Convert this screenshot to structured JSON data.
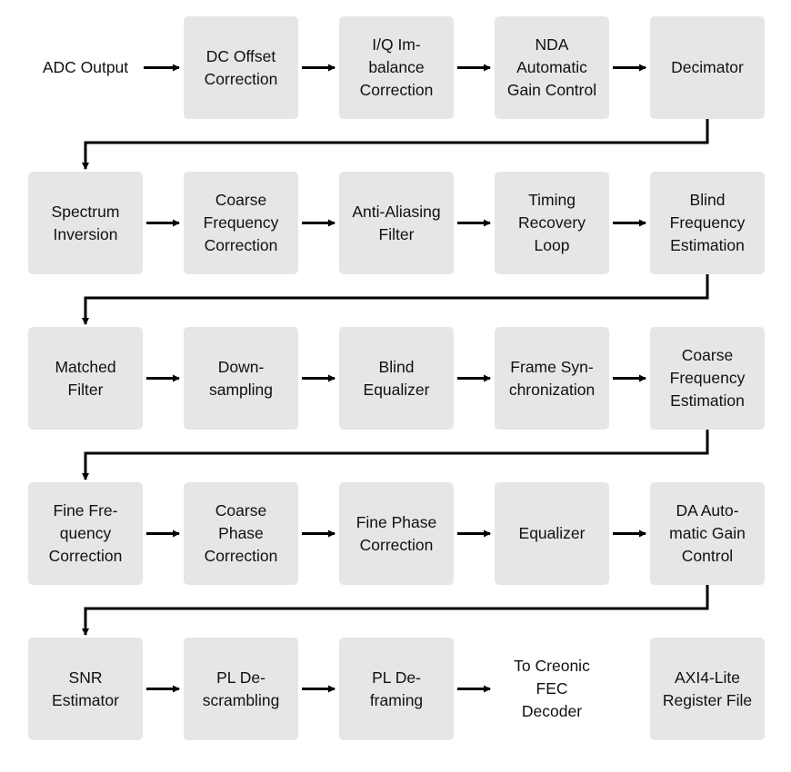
{
  "diagram": {
    "rows": [
      [
        "ADC Output",
        "DC Offset\nCorrection",
        "I/Q Im-\nbalance\nCorrection",
        "NDA\nAutomatic\nGain Control",
        "Decimator"
      ],
      [
        "Spectrum\nInversion",
        "Coarse\nFrequency\nCorrection",
        "Anti-Aliasing\nFilter",
        "Timing\nRecovery\nLoop",
        "Blind\nFrequency\nEstimation"
      ],
      [
        "Matched\nFilter",
        "Down-\nsampling",
        "Blind\nEqualizer",
        "Frame Syn-\nchronization",
        "Coarse\nFrequency\nEstimation"
      ],
      [
        "Fine Fre-\nquency\nCorrection",
        "Coarse\nPhase\nCorrection",
        "Fine Phase\nCorrection",
        "Equalizer",
        "DA Auto-\nmatic Gain\nControl"
      ],
      [
        "SNR\nEstimator",
        "PL De-\nscrambling",
        "PL De-\nframing",
        "To Creonic\nFEC\nDecoder",
        "AXI4-Lite\nRegister File"
      ]
    ],
    "plain_nodes": [
      "ADC Output",
      "To Creonic\nFEC\nDecoder"
    ],
    "connected_nodes_last_row": 4,
    "colors": {
      "box_fill": "#e6e6e6",
      "arrow": "#000000",
      "text": "#111111"
    }
  }
}
